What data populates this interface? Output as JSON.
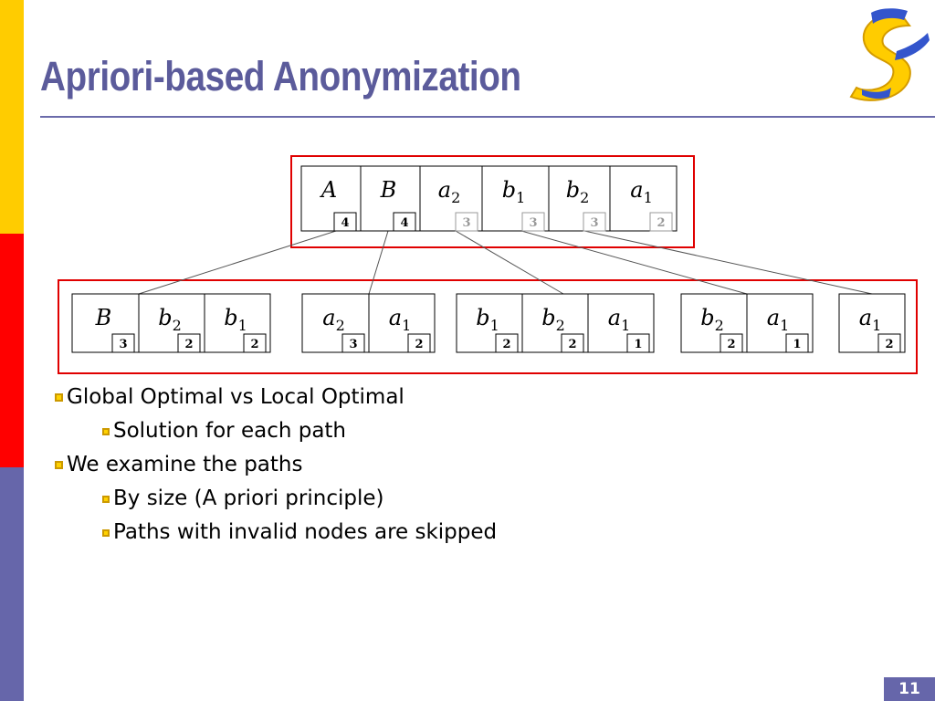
{
  "slide": {
    "title": "Apriori-based Anonymization",
    "page_number": "11"
  },
  "colors": {
    "title": "#5b5b9b",
    "rule": "#6b6baa",
    "strip_top": "#ffcc00",
    "strip_mid": "#ff0000",
    "strip_bottom": "#6666aa",
    "highlight": "#e00000",
    "pagenum_bg": "#6666aa"
  },
  "tree": {
    "root": [
      {
        "sym": "A",
        "sub": "",
        "count": "4",
        "active": true
      },
      {
        "sym": "B",
        "sub": "",
        "count": "4",
        "active": true
      },
      {
        "sym": "a",
        "sub": "2",
        "count": "3",
        "active": false
      },
      {
        "sym": "b",
        "sub": "1",
        "count": "3",
        "active": false
      },
      {
        "sym": "b",
        "sub": "2",
        "count": "3",
        "active": false
      },
      {
        "sym": "a",
        "sub": "1",
        "count": "2",
        "active": false
      }
    ],
    "children": [
      [
        {
          "sym": "B",
          "sub": "",
          "count": "3"
        },
        {
          "sym": "b",
          "sub": "2",
          "count": "2"
        },
        {
          "sym": "b",
          "sub": "1",
          "count": "2"
        }
      ],
      [
        {
          "sym": "a",
          "sub": "2",
          "count": "3"
        },
        {
          "sym": "a",
          "sub": "1",
          "count": "2"
        }
      ],
      [
        {
          "sym": "b",
          "sub": "1",
          "count": "2"
        },
        {
          "sym": "b",
          "sub": "2",
          "count": "2"
        },
        {
          "sym": "a",
          "sub": "1",
          "count": "1"
        }
      ],
      [
        {
          "sym": "b",
          "sub": "2",
          "count": "2"
        },
        {
          "sym": "a",
          "sub": "1",
          "count": "1"
        }
      ],
      [
        {
          "sym": "a",
          "sub": "1",
          "count": "2"
        }
      ]
    ]
  },
  "bullets": [
    {
      "level": 1,
      "text": "Global Optimal vs Local Optimal"
    },
    {
      "level": 2,
      "text": "Solution for each path"
    },
    {
      "level": 1,
      "text": "We examine the paths"
    },
    {
      "level": 2,
      "text": "By size (A priori principle)"
    },
    {
      "level": 2,
      "text": "Paths with invalid nodes are skipped"
    }
  ]
}
